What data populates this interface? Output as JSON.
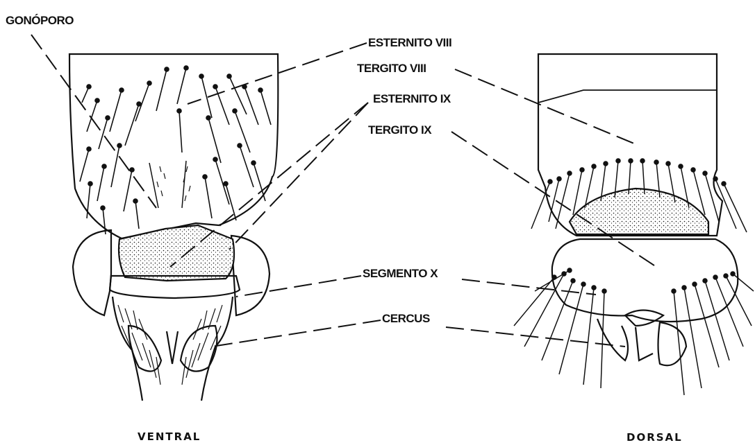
{
  "labels": {
    "gonoporo": "GONÓPORO",
    "esternito_viii": "ESTERNITO VIII",
    "tergito_viii": "TERGITO VIII",
    "esternito_ix": "ESTERNITO IX",
    "tergito_ix": "TERGITO IX",
    "segmento_x": "SEGMENTO X",
    "cercus": "CERCUS"
  },
  "views": {
    "ventral": "VENTRAL",
    "dorsal": "DORSAL"
  },
  "colors": {
    "ink": "#111111",
    "paper": "#ffffff"
  }
}
